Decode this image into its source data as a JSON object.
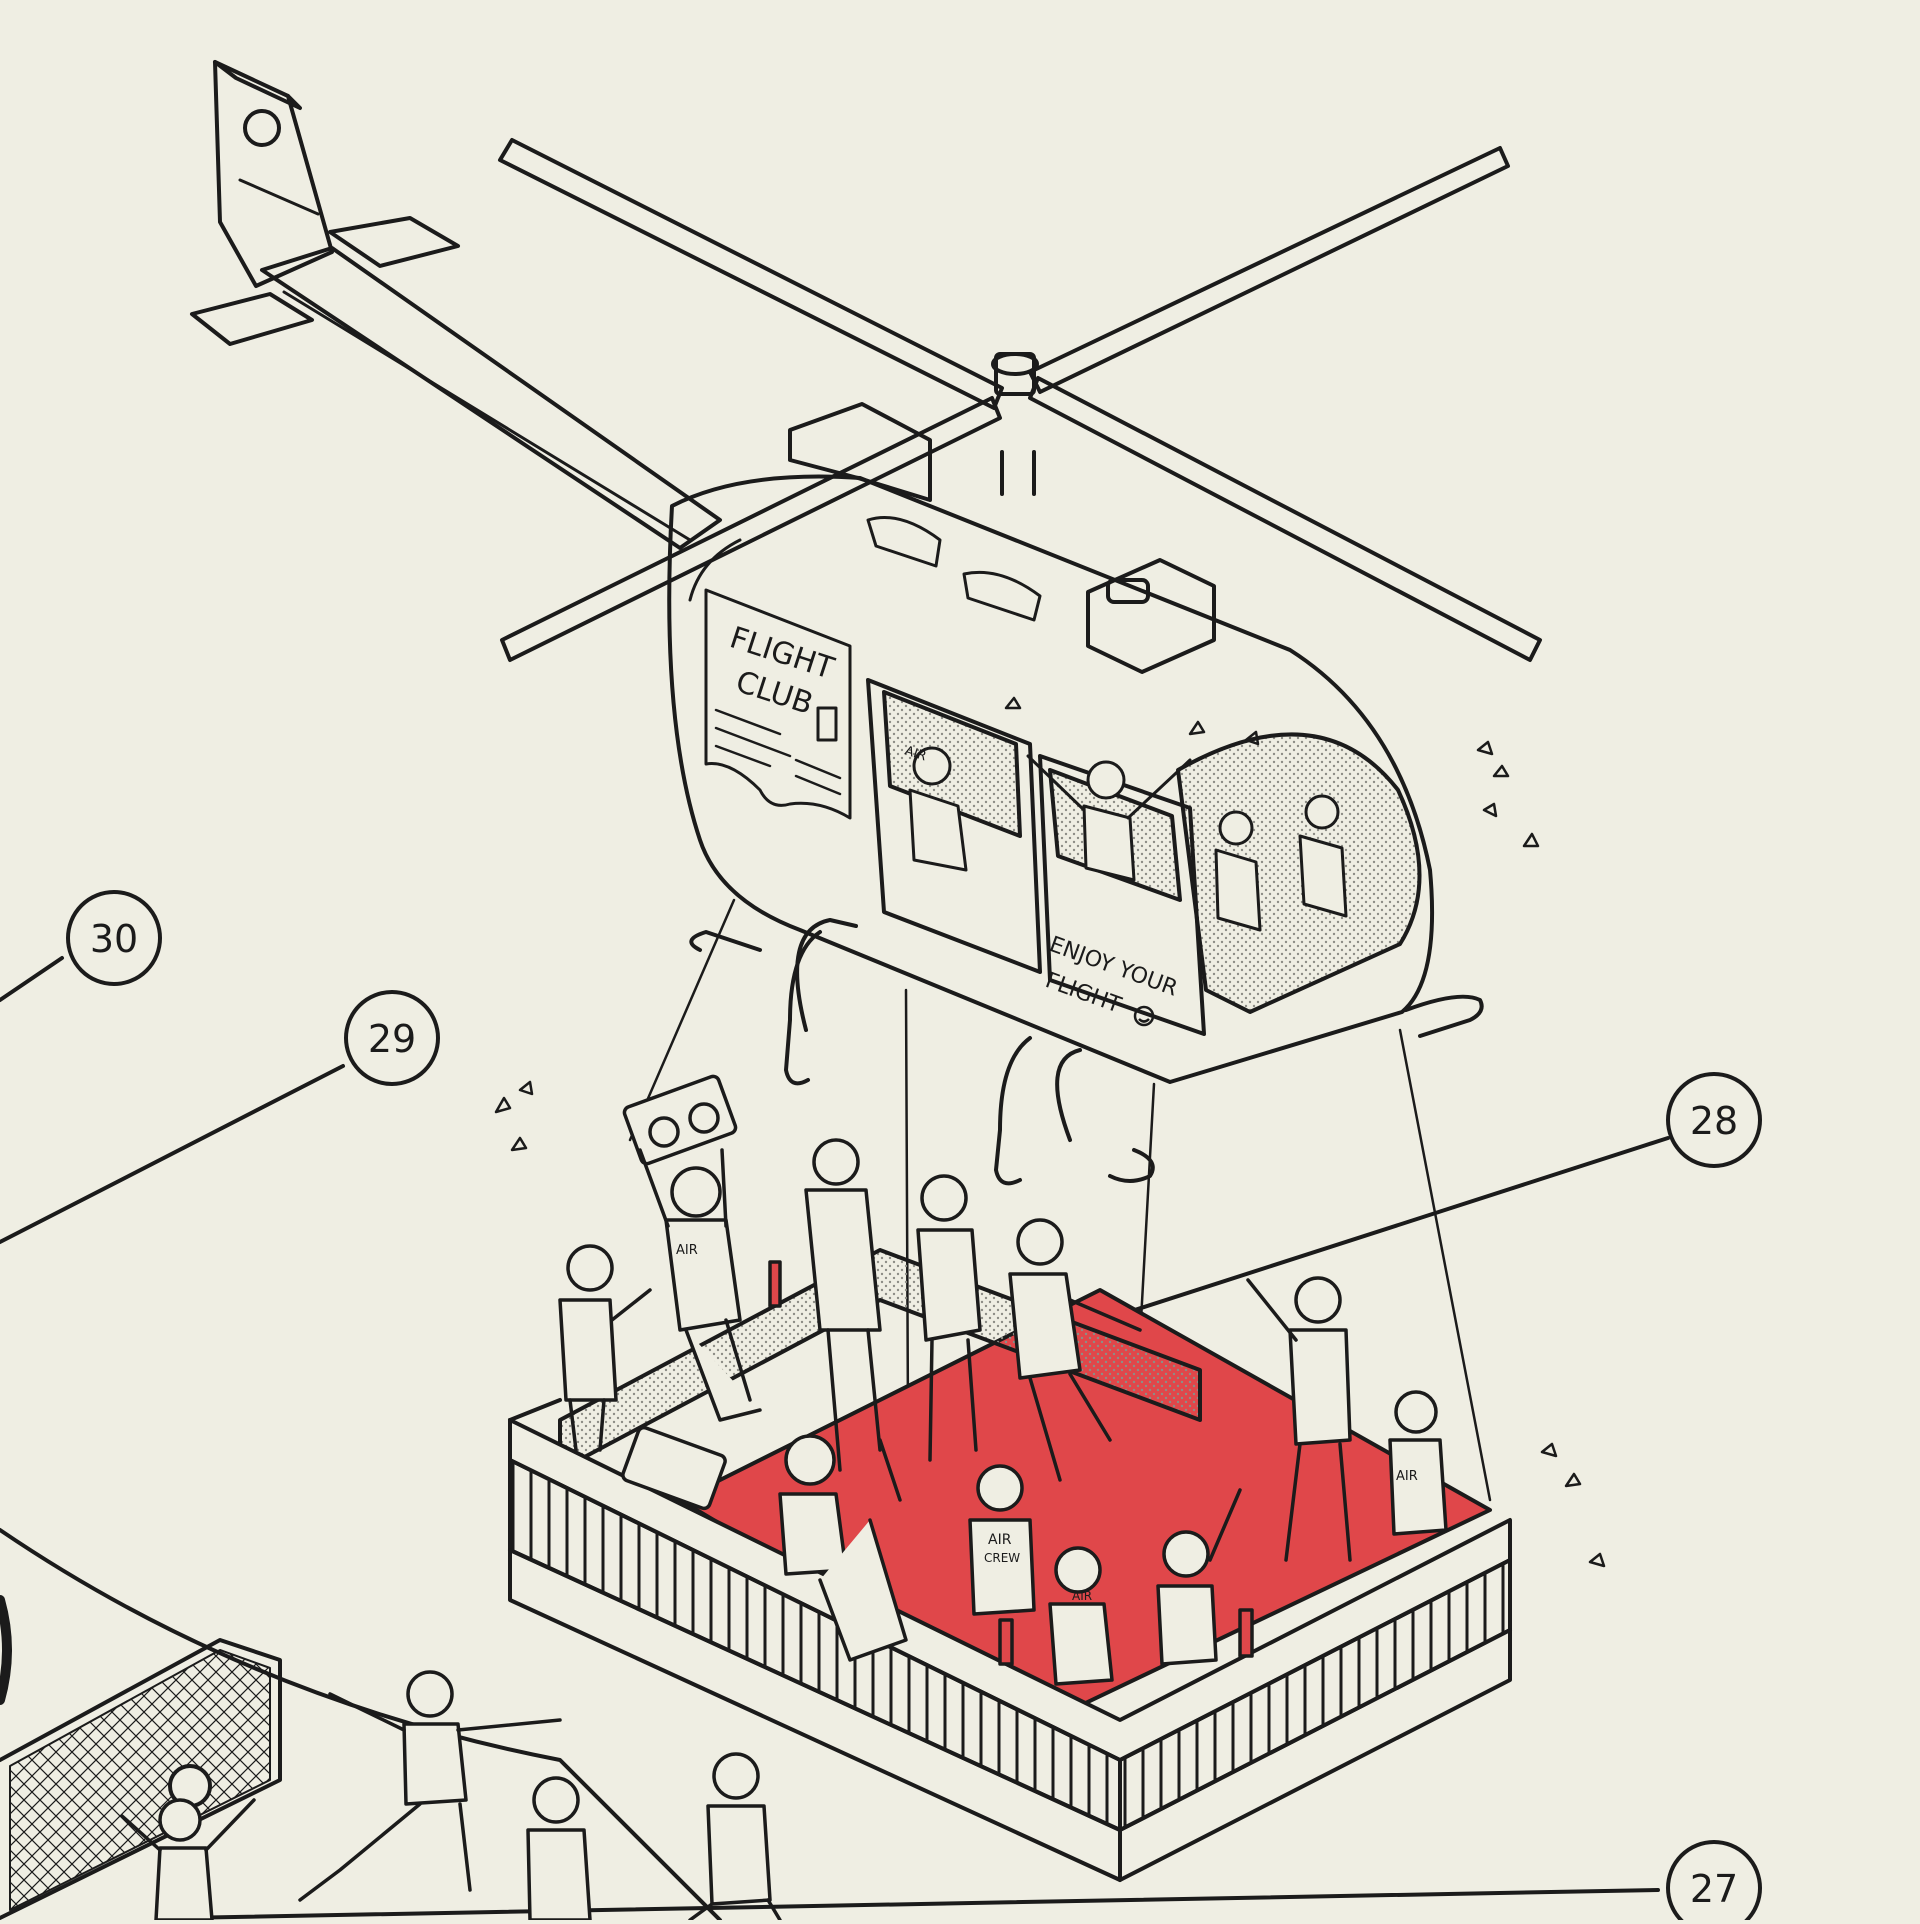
{
  "background_color": "#efeee3",
  "ink_color": "#1b1b1b",
  "accent_color": "#e0474a",
  "callouts": [
    "30",
    "29",
    "28",
    "27"
  ],
  "helicopter": {
    "side_sign_line1": "FLIGHT",
    "side_sign_line2": "CLUB",
    "door_text_line1": "ENJOY YOUR",
    "door_text_line2": "FLIGHT"
  },
  "jersey_labels": {
    "air": "AIR",
    "air_crew_line1": "AIR",
    "air_crew_line2": "CREW"
  },
  "icons": [
    "smiley-icon",
    "confetti-icon",
    "boombox-icon",
    "bottle-icon",
    "soccer-ball-icon"
  ]
}
